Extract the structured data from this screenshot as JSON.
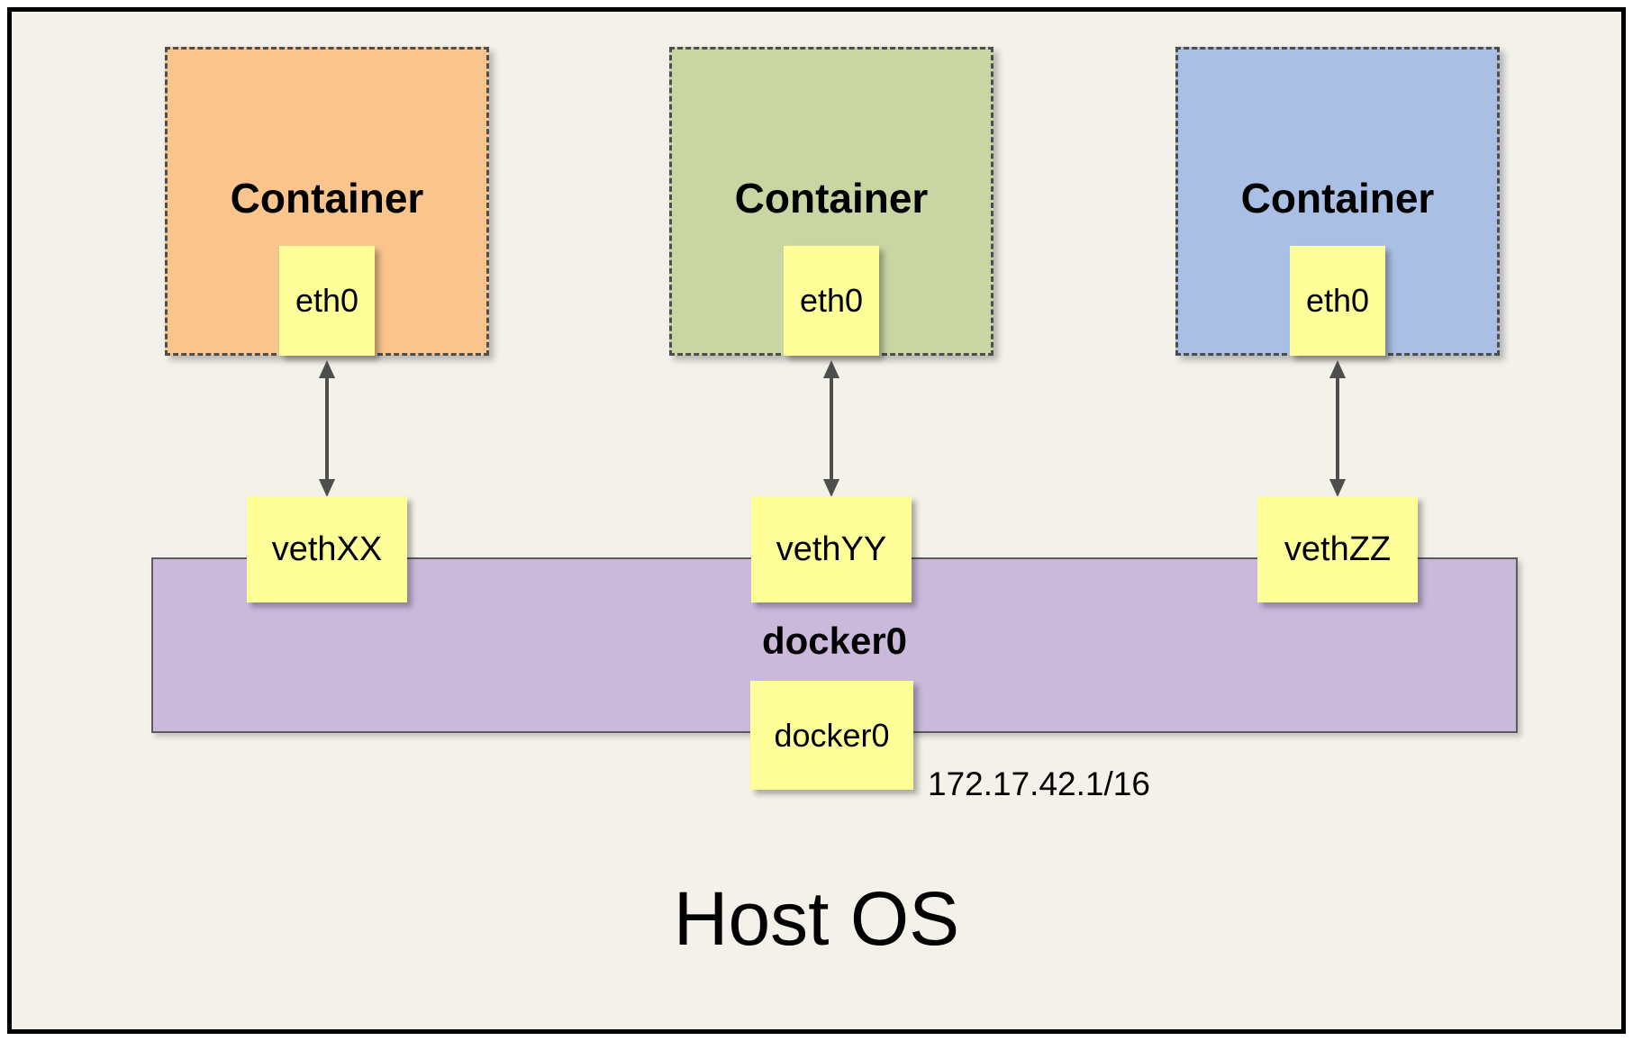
{
  "host": {
    "label": "Host OS"
  },
  "bridge": {
    "name_label": "docker0",
    "interface_box_label": "docker0",
    "ip_address": "172.17.42.1/16",
    "fill_color": "#cbb9dc"
  },
  "containers": [
    {
      "label": "Container",
      "interface_label": "eth0",
      "veth_label": "vethXX",
      "fill_color": "#f9c58d"
    },
    {
      "label": "Container",
      "interface_label": "eth0",
      "veth_label": "vethYY",
      "fill_color": "#c9d6a3"
    },
    {
      "label": "Container",
      "interface_label": "eth0",
      "veth_label": "vethZZ",
      "fill_color": "#a9c0e4"
    }
  ],
  "colors": {
    "note_fill": "#ffff99",
    "background": "#f3f1ea",
    "arrow": "#4d4d4d",
    "dashed_border": "#4d4d4d"
  }
}
